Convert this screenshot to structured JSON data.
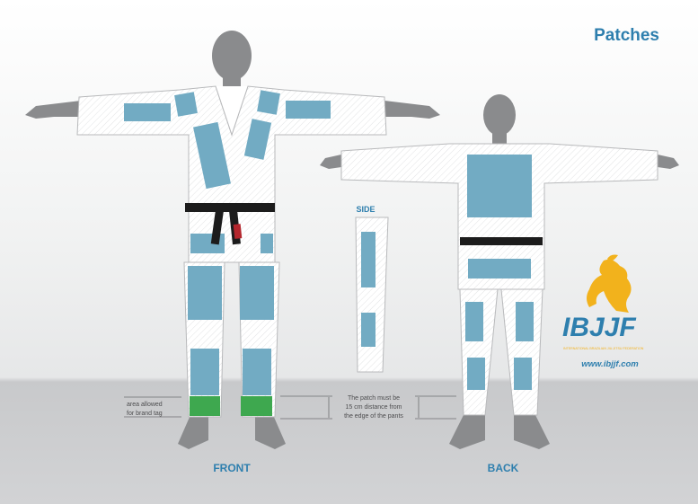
{
  "title": "Patches",
  "labels": {
    "front": "FRONT",
    "back": "BACK",
    "side": "SIDE"
  },
  "annotations": {
    "brand_tag_line1": "area allowed",
    "brand_tag_line2": "for brand tag",
    "patch_rule_line1": "The patch must be",
    "patch_rule_line2": "15 cm distance from",
    "patch_rule_line3": "the edge of the pants"
  },
  "logo": {
    "name": "IBJJF",
    "subtitle": "INTERNATIONAL BRAZILIAN JIU-JITSU FEDERATION",
    "url": "www.ibjjf.com"
  },
  "colors": {
    "patch": "#72abc3",
    "brand_tag": "#3ea84f",
    "title": "#2e7fae",
    "logo_gold": "#f2b21c",
    "body": "#8a8b8d"
  }
}
